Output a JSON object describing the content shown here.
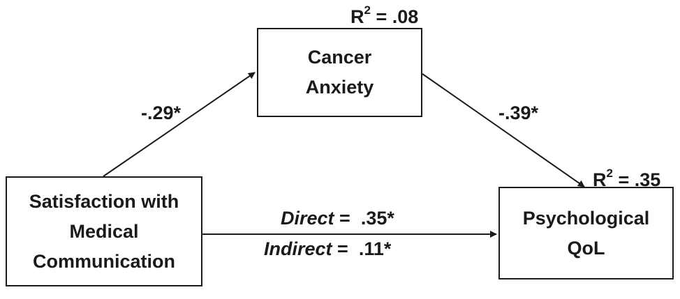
{
  "nodes": {
    "satisfaction": [
      "Satisfaction with",
      "Medical",
      "Communication"
    ],
    "cancer_anxiety": [
      "Cancer",
      "Anxiety"
    ],
    "psychological_qol": [
      "Psychological",
      "QoL"
    ]
  },
  "r2": {
    "cancer_anxiety": {
      "prefix": "R",
      "superscript": "2",
      "value": " = .08"
    },
    "psychological_qol": {
      "prefix": "R",
      "superscript": "2",
      "value": " = .35"
    }
  },
  "paths": {
    "satisfaction_to_anxiety": "-.29*",
    "anxiety_to_qol": "-.39*",
    "direct": {
      "name": "Direct",
      "sep": " =  ",
      "value": ".35*"
    },
    "indirect": {
      "name": "Indirect",
      "sep": " =  ",
      "value": ".11*"
    }
  },
  "colors": {
    "stroke": "#1a1a1a",
    "background": "#ffffff"
  }
}
